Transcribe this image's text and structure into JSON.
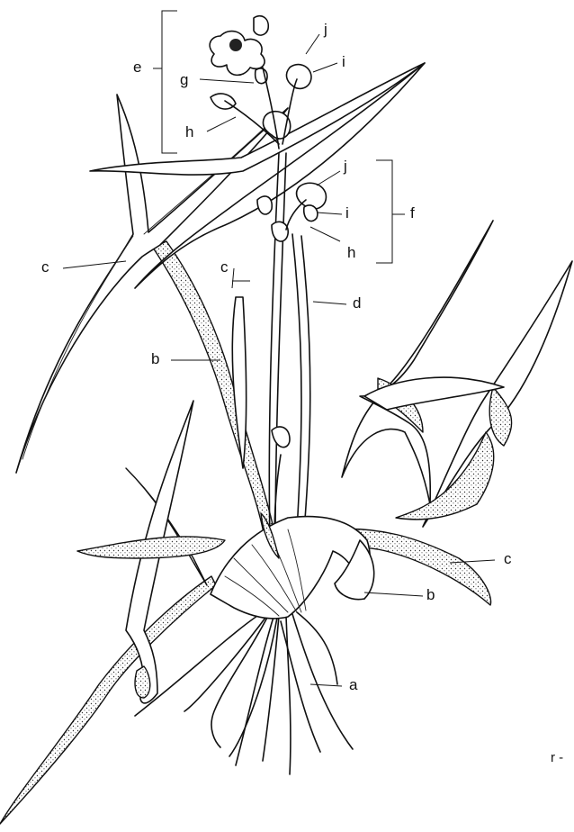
{
  "figure": {
    "labels": {
      "a": "a",
      "b_stem": "b",
      "b_base": "b",
      "c_left": "c",
      "c_mid": "c",
      "c_right": "c",
      "d": "d",
      "e": "e",
      "f": "f",
      "g": "g",
      "h_upper": "h",
      "h_lower": "h",
      "i_upper": "i",
      "i_lower": "i",
      "j_upper": "j",
      "j_lower": "j",
      "corner_mark": "r -"
    }
  }
}
